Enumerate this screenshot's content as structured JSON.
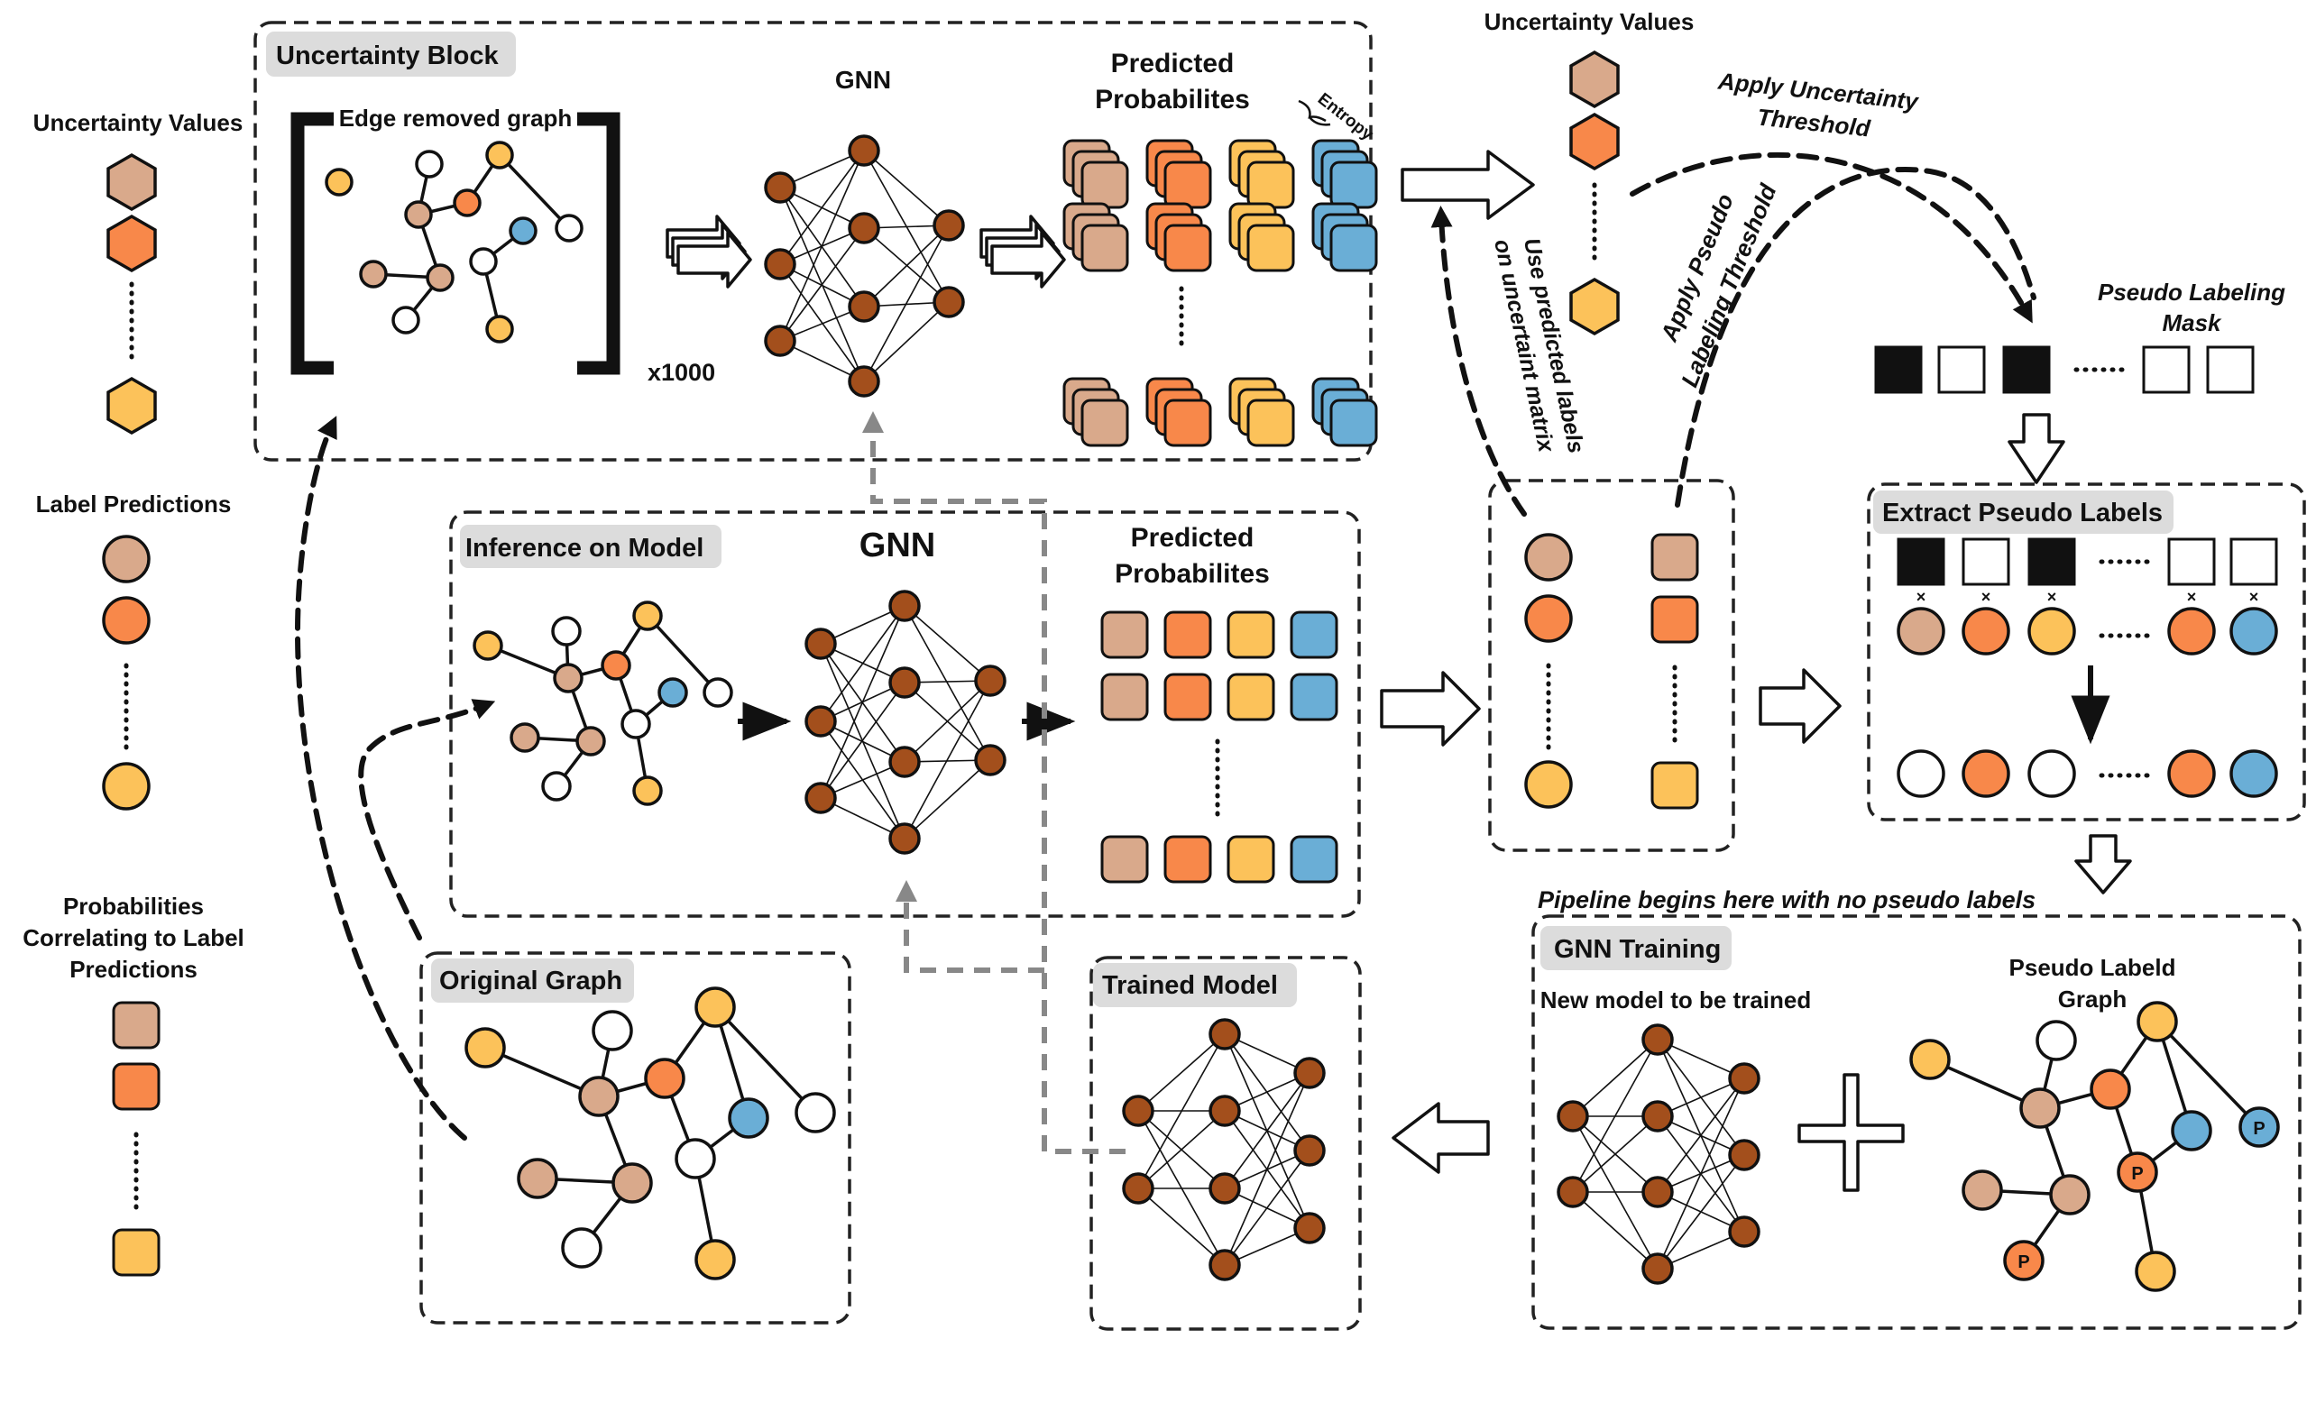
{
  "colors": {
    "tan": "#d9a98b",
    "orange": "#f8884a",
    "yellow": "#fcc25a",
    "blue": "#6aaed6",
    "brown": "#a34f1c",
    "dark": "#111111",
    "tag_bg": "#dcdcdc",
    "gray_arrow": "#888888"
  },
  "legend": {
    "uncertainty_values": "Uncertainty Values",
    "label_predictions": "Label Predictions",
    "probabilities_line1": "Probabilities",
    "probabilities_line2": "Correlating to Label",
    "probabilities_line3": "Predictions"
  },
  "uncertainty_block": {
    "title": "Uncertainty Block",
    "edge_removed": "Edge removed graph",
    "repeat": "x1000",
    "gnn": "GNN",
    "pred_line1": "Predicted",
    "pred_line2": "Probabilites",
    "entropy": "Entropy"
  },
  "top_right": {
    "uncertainty_values": "Uncertainty Values",
    "apply_unc_line1": "Apply Uncertainty",
    "apply_unc_line2": "Threshold",
    "use_pred_line1": "Use predicted labels",
    "use_pred_line2": "on uncertaint matrix",
    "apply_pseudo_line1": "Apply Pseudo",
    "apply_pseudo_line2": "Labeling Threshold",
    "mask_line1": "Pseudo Labeling",
    "mask_line2": "Mask"
  },
  "inference": {
    "title": "Inference on Model",
    "gnn": "GNN",
    "pred_line1": "Predicted",
    "pred_line2": "Probabilites"
  },
  "extract": {
    "title": "Extract Pseudo Labels",
    "times": "×"
  },
  "pipeline_note": "Pipeline begins here with no pseudo labels",
  "original_graph": {
    "title": "Original Graph"
  },
  "trained_model": {
    "title": "Trained Model"
  },
  "gnn_training": {
    "title": "GNN Training",
    "new_model": "New model to be trained",
    "pseudo_line1": "Pseudo Labeld",
    "pseudo_line2": "Graph",
    "p": "P"
  }
}
